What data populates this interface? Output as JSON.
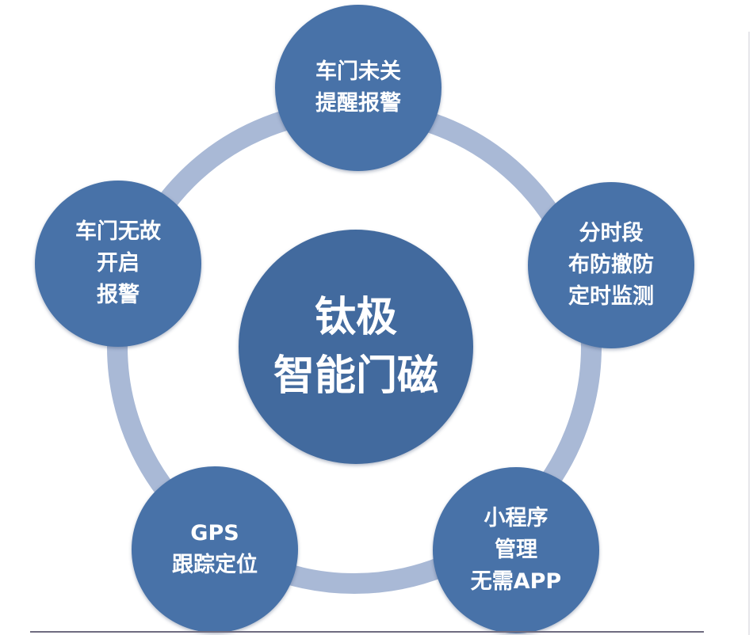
{
  "center": {
    "lines": [
      "钛极",
      "智能门磁"
    ]
  },
  "features": [
    {
      "id": "top",
      "lines": [
        "车门未关",
        "提醒报警"
      ]
    },
    {
      "id": "right",
      "lines": [
        "分时段",
        "布防撤防",
        "定时监测"
      ]
    },
    {
      "id": "bottom-right",
      "lines": [
        "小程序",
        "管理",
        "无需APP"
      ]
    },
    {
      "id": "bottom-left",
      "lines": [
        "GPS",
        "跟踪定位"
      ]
    },
    {
      "id": "left",
      "lines": [
        "车门无故",
        "开启",
        "报警"
      ]
    }
  ],
  "colors": {
    "node": "#4872a8",
    "ring": "#a9b9d6",
    "text": "#ffffff"
  }
}
